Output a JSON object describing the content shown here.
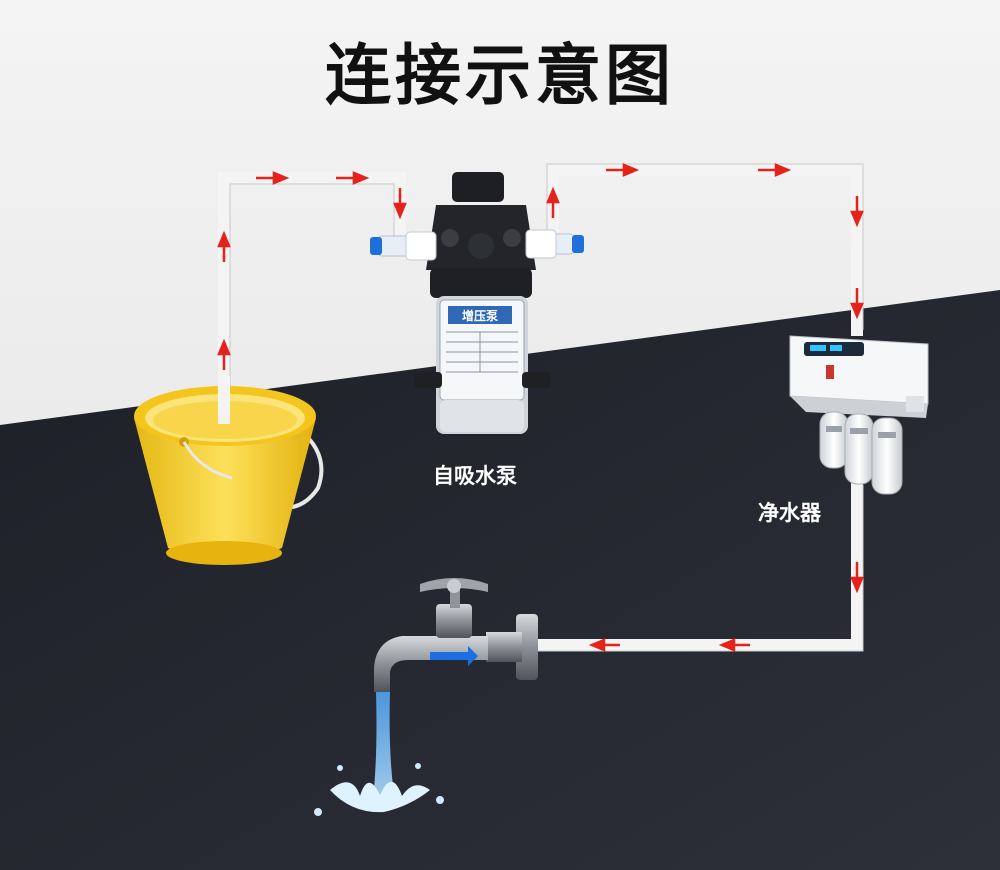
{
  "title": "连接示意图",
  "labels": {
    "pump": "自吸水泵",
    "purifier": "净水器"
  },
  "pump_panel_text": "增压泵",
  "colors": {
    "background_top": "#e9e9e9",
    "background_bottom": "#22242c",
    "pipe": "#f4f4f4",
    "flow_arrow": "#e5231b",
    "bucket": "#f6cf28",
    "water": "#7bbcf0"
  },
  "flow_direction": "bucket → pump → purifier → faucet"
}
